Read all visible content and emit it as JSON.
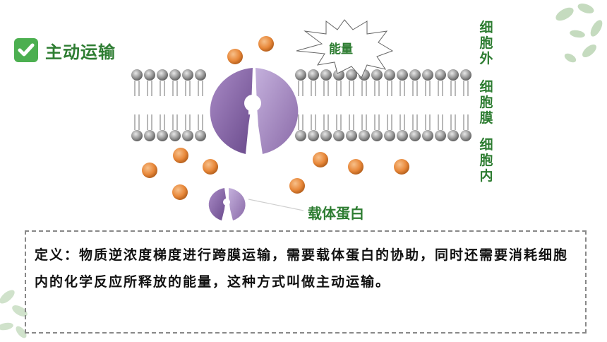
{
  "heading": {
    "title": "主动运输"
  },
  "diagram": {
    "energy_label": "能量",
    "outside_label": "细胞外",
    "membrane_label": "细胞膜",
    "inside_label": "细胞内",
    "carrier_label": "载体蛋白"
  },
  "definition": {
    "text": "定义：物质逆浓度梯度进行跨膜运输，需要载体蛋白的协助，同时还需要消耗细胞内的化学反应所释放的能量，这种方式叫做主动运输。"
  },
  "colors": {
    "accent_green": "#2e7d32",
    "check_green": "#4caf50",
    "protein_purple": "#8a6aa8",
    "molecule_orange": "#e8883a"
  }
}
